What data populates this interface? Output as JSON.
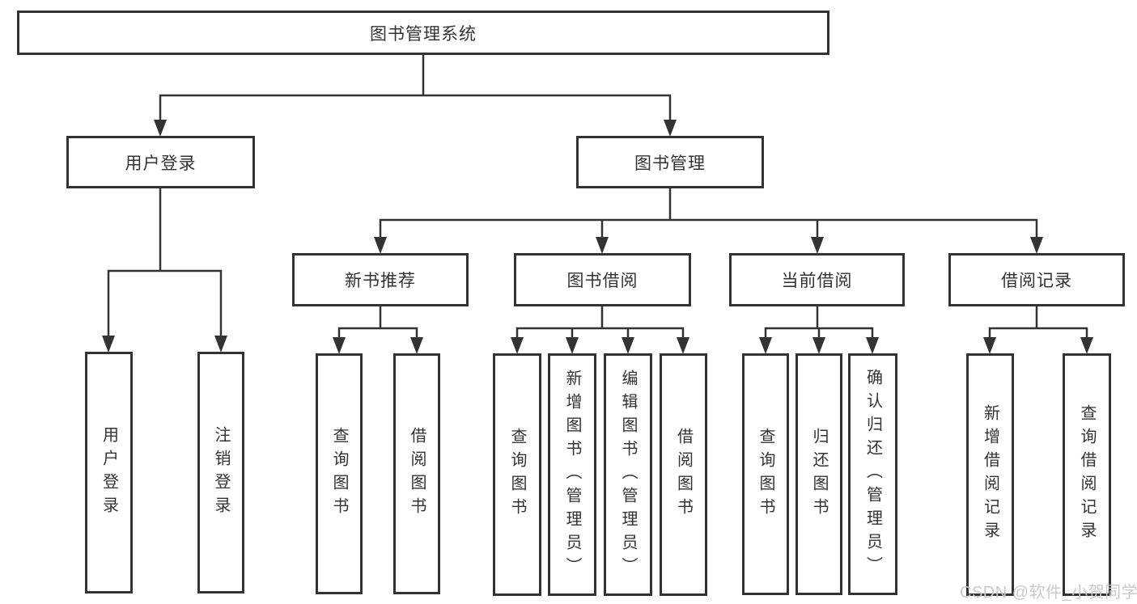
{
  "tree": {
    "root": {
      "label": "图书管理系统"
    },
    "children": [
      {
        "label": "用户登录",
        "children": [
          {
            "label": "用户登录"
          },
          {
            "label": "注销登录"
          }
        ]
      },
      {
        "label": "图书管理",
        "children": [
          {
            "label": "新书推荐",
            "children": [
              {
                "label": "查询图书"
              },
              {
                "label": "借阅图书"
              }
            ]
          },
          {
            "label": "图书借阅",
            "children": [
              {
                "label": "查询图书"
              },
              {
                "label": "新增图书（管理员）"
              },
              {
                "label": "编辑图书（管理员）"
              },
              {
                "label": "借阅图书"
              }
            ]
          },
          {
            "label": "当前借阅",
            "children": [
              {
                "label": "查询图书"
              },
              {
                "label": "归还图书"
              },
              {
                "label": "确认归还（管理员）"
              }
            ]
          },
          {
            "label": "借阅记录",
            "children": [
              {
                "label": "新增借阅记录"
              },
              {
                "label": "查询借阅记录"
              }
            ]
          }
        ]
      }
    ]
  },
  "watermark": {
    "text": "CSDN @软件_小贺同学"
  },
  "colors": {
    "line": "#333333",
    "text": "#333333",
    "box_background": "#ffffff",
    "page_background": "#ffffff",
    "watermark": "#c9c9c9"
  }
}
